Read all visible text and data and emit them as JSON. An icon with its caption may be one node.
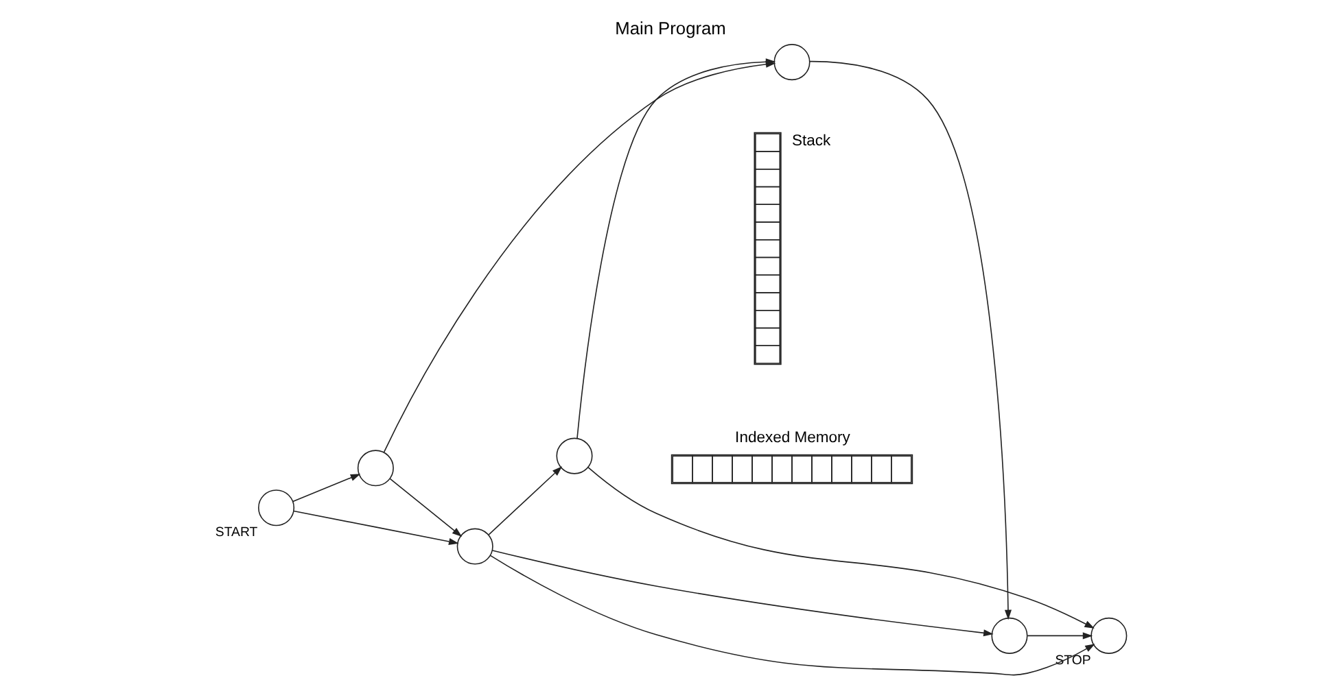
{
  "diagram": {
    "title": "Main Program",
    "nodes": [
      {
        "text": [],
        "shape": "circle",
        "beside": [
          "START"
        ]
      },
      {
        "text": [],
        "shape": "circle"
      },
      {
        "text": [],
        "shape": "circle"
      },
      {
        "text": [],
        "shape": "circle"
      },
      {
        "text": [],
        "shape": "circle",
        "beside": [
          "STOP"
        ]
      },
      {
        "text": [],
        "shape": "circle"
      },
      {
        "text": [],
        "shape": "circle"
      },
      {
        "text": [],
        "shape": "stack",
        "beside": [
          "Stack"
        ]
      },
      {
        "text": [],
        "shape": "bar",
        "beside": [
          "Indexed Memory"
        ]
      }
    ],
    "edges": [
      {
        "from": 0,
        "to": 2,
        "arrow": "to"
      },
      {
        "from": 0,
        "to": 3,
        "arrow": "to"
      },
      {
        "from": 3,
        "to": 2,
        "arrow": "to"
      },
      {
        "from": 3,
        "to": 5,
        "arrow": "to"
      },
      {
        "from": 2,
        "to": 1,
        "arrow": "to"
      },
      {
        "from": 2,
        "to": 4,
        "arrow": "to"
      },
      {
        "from": 2,
        "to": 6,
        "arrow": "to"
      },
      {
        "from": 1,
        "to": 4,
        "arrow": "to"
      },
      {
        "from": 5,
        "to": 1,
        "arrow": "to"
      },
      {
        "from": 6,
        "to": 5,
        "arrow": "to"
      },
      {
        "from": 6,
        "to": 4,
        "arrow": "to"
      }
    ]
  }
}
